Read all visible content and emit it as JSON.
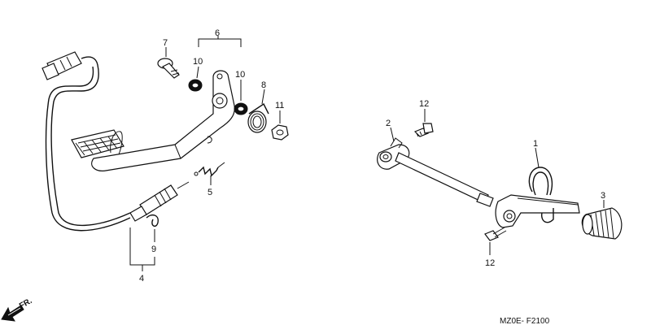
{
  "diagram": {
    "callouts": {
      "c1": "1",
      "c2": "2",
      "c3": "3",
      "c4": "4",
      "c5": "5",
      "c6": "6",
      "c7": "7",
      "c8": "8",
      "c9": "9",
      "c10a": "10",
      "c10b": "10",
      "c11": "11",
      "c12a": "12",
      "c12b": "12"
    },
    "direction_label": "FR.",
    "diagram_code": "MZ0E- F2100",
    "icons": [
      "front-direction-arrow-icon"
    ]
  }
}
